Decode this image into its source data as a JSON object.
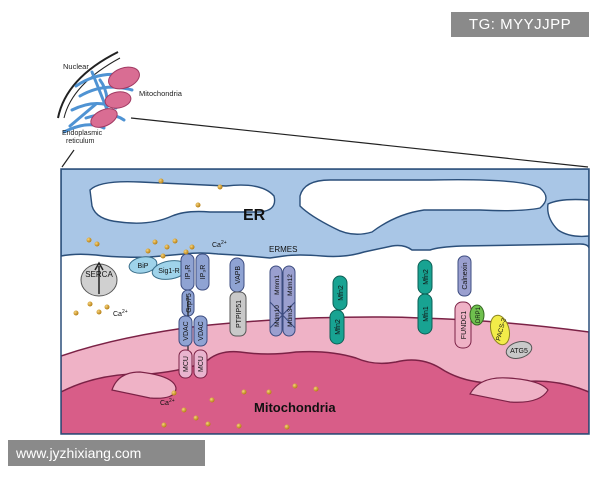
{
  "watermarks": {
    "top_tag": "TG: MYYJJPP",
    "bottom_url": "www.jyzhixiang.com"
  },
  "inset": {
    "nuclear": "Nuclear",
    "mitochondria": "Mitochondria",
    "er_line1": "Endoplasmic",
    "er_line2": "reticulum"
  },
  "compartments": {
    "er": "ER",
    "mitochondria": "Mitochondria"
  },
  "ions": {
    "ca_er": "Ca",
    "ca_cyto": "Ca",
    "ca_mito": "Ca",
    "charge": "2+"
  },
  "proteins": {
    "serca": "SERCA",
    "bip": "BiP",
    "sig1r": "Sig1-R",
    "ip3r_1": "IP₃R",
    "ip3r_2": "IP₃R",
    "grp75": "Grp75",
    "vdac_1": "VDAC",
    "vdac_2": "VDAC",
    "mcu_1": "MCU",
    "mcu_2": "MCU",
    "vapb": "VAPB",
    "ptpip51": "PTPIP51",
    "ermes": "ERMES",
    "mdm10": "Mdm10",
    "mmm1": "Mmm1",
    "mdm12": "Mdm12",
    "mdm34": "Mdm34",
    "mfn2_er": "Mfn2",
    "mfn2_mito": "Mfn2",
    "mfn2_b": "Mfn2",
    "mfn1": "Mfn1",
    "calnexin": "Calnexin",
    "fundc1": "FUNDC1",
    "drp1": "DRP1",
    "pacs2": "PACS-2",
    "atg5": "ATG5"
  },
  "colors": {
    "er_fill": "#a9c6e6",
    "mito_outer": "#efb2c6",
    "mito_inner": "#d85d88",
    "ion_dot": "#d49a2a",
    "teal": "#18a392",
    "lavender": "#9a9fcf"
  }
}
